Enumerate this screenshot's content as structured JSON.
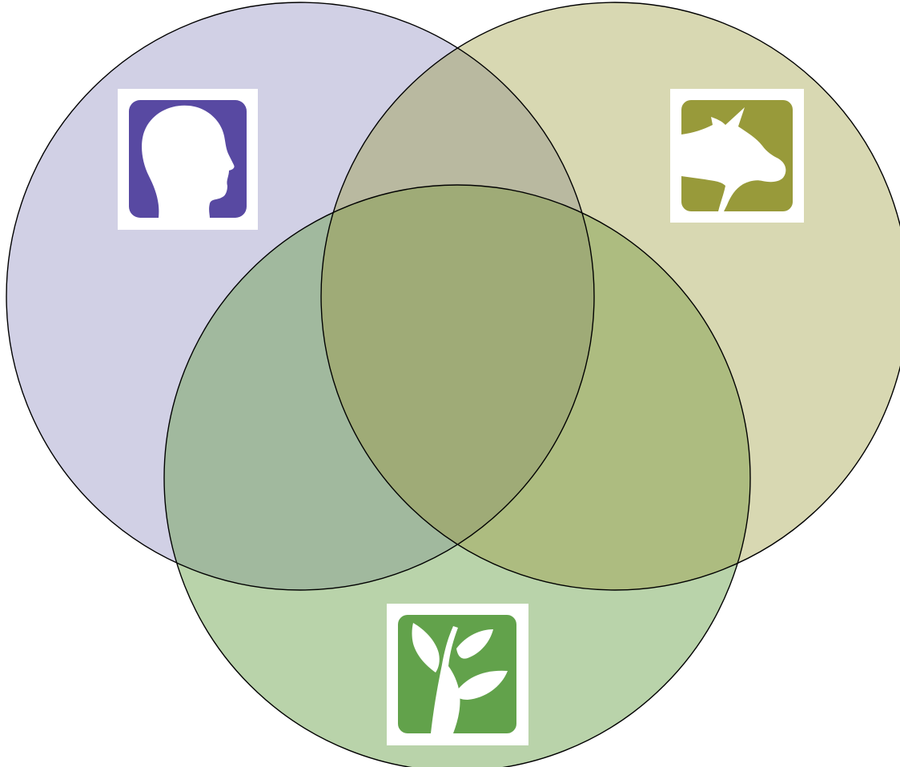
{
  "diagram": {
    "type": "venn-3",
    "sets": [
      {
        "id": "human",
        "icon": "human-head-icon",
        "fill": "#d1d0e5",
        "icon_bg": "#5849a2"
      },
      {
        "id": "animal",
        "icon": "cow-head-icon",
        "fill": "#d8d8b2",
        "icon_bg": "#989a3a"
      },
      {
        "id": "plant",
        "icon": "plant-icon",
        "fill": "#b9d3aa",
        "icon_bg": "#62a24b"
      }
    ],
    "overlap_colors": {
      "human_animal": "#b9b9a0",
      "human_plant": "#a1b99e",
      "animal_plant": "#adbc80",
      "all_three": "#9fab77"
    },
    "outline_color": "#000000"
  }
}
